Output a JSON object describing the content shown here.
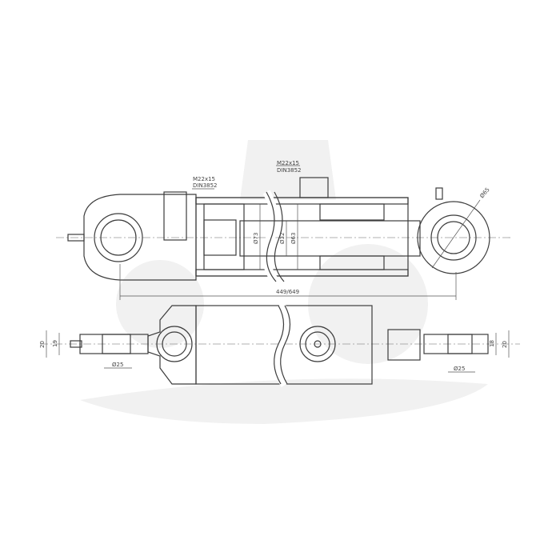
{
  "drawing": {
    "title": "Hydraulic cylinder technical drawing",
    "port_left": {
      "thread": "M22x15",
      "standard": "DIN3852"
    },
    "port_right": {
      "thread": "M22x15",
      "standard": "DIN3852"
    },
    "bore_diameter": "Ø73",
    "rod_diameter": "Ø32",
    "barrel_inner_diameter": "Ø63",
    "eye_diameter": "Ø65",
    "length": "449/649",
    "bottom_view": {
      "left_outer_width": "20",
      "left_inner_width": "19",
      "left_pin": "Ø25",
      "right_inner_width": "18",
      "right_outer_width": "20",
      "right_pin": "Ø25"
    }
  },
  "colors": {
    "line": "#3c3c3c",
    "watermark": "#f1f1f1"
  }
}
